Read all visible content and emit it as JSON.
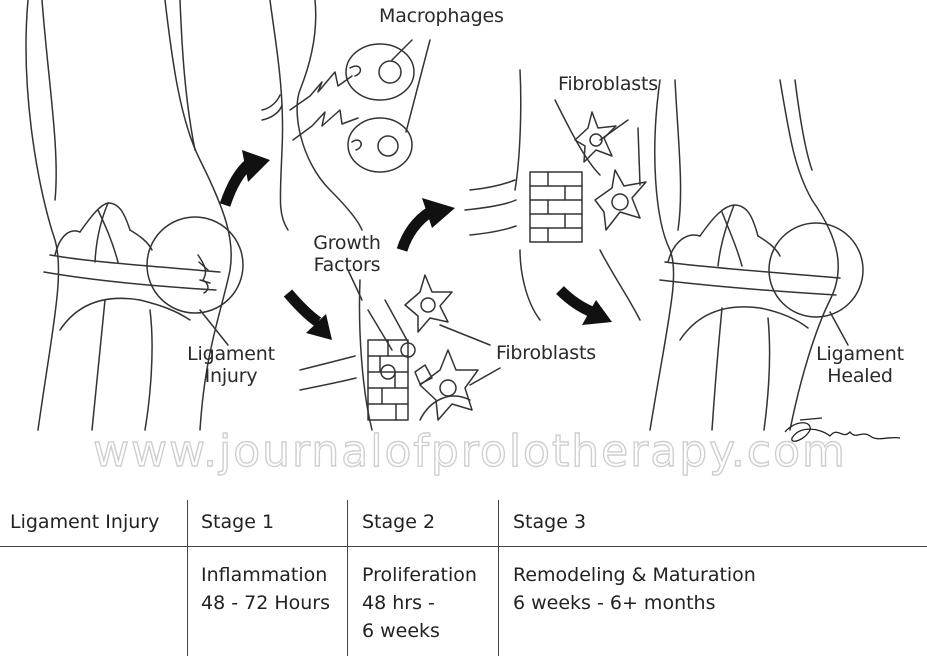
{
  "labels": {
    "macrophages": "Macrophages",
    "fibroblasts_top": "Fibroblasts",
    "growth_factors_line1": "Growth",
    "growth_factors_line2": "Factors",
    "fibroblasts_mid": "Fibroblasts",
    "ligament_injury_line1": "Ligament",
    "ligament_injury_line2": "Injury",
    "ligament_healed_line1": "Ligament",
    "ligament_healed_line2": "Healed"
  },
  "watermark": "www.journalofprolotherapy.com",
  "signature": "Jensen",
  "table": {
    "headers": [
      "Ligament Injury",
      "Stage 1",
      "Stage 2",
      "Stage 3"
    ],
    "stage1": {
      "line1": "Inflammation",
      "line2": "48 - 72 Hours"
    },
    "stage2": {
      "line1": "Proliferation",
      "line2": "48 hrs -",
      "line3": "6 weeks"
    },
    "stage3": {
      "line1": "Remodeling & Maturation",
      "line2": "6 weeks - 6+ months"
    }
  },
  "colors": {
    "line": "#333333",
    "arrow": "#111111",
    "watermark": "#cfcfcf"
  }
}
